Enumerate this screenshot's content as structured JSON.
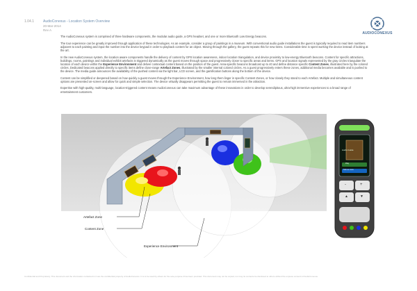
{
  "header": {
    "section": "1.04.1",
    "title": "AudioConexus - Location System Overview",
    "date": "20-Mar-2014",
    "revision": "Rev A"
  },
  "logo": {
    "text": "AUDIOCONEXUS"
  },
  "body": {
    "p1": "The AudioConexus system is comprised of three hardware components, the modular audio guide, a GPS headset, and one or more Bluetooth Low Energy beacons.",
    "p2": "The tour experience can be greatly improved through application of these technologies. As an example, consider a group of paintings in a museum. With conventional audio guide installations the guest is typically required to read item numbers adjacent to each painting and input the number into the device keypad in order to playback content for an object. Moving through the gallery, the guest repeats this for new items. Considerable time is spent working the device instead of looking at the art.",
    "p3a": "In the new AudioConexus system, the location aware components handle the delivery of content by GPS location awareness, indoor location triangulation, and device proximity to low-energy Bluetooth beacons. Content for specific attractions, buildings, rooms, paintings and individual exhibit artefacts is triggered dynamically as the guest moves through space and progressively closer to specific areas and items. GPS and location signals represented by the gray circles triangulate the location of each device within the ",
    "p3b": "Experience Environment",
    "p3c": " and deliver contextual content based on the position of the guest. Area-specific beacons broadcast up to 40 and define distance specific ",
    "p3d": "Content Zones",
    "p3e": ", illustrated here by the colored circles. Dedicated beacons applied directly to specific items define close-range ",
    "p3f": "Artefact Zones",
    "p3g": ", illustrated by the smaller internal colored circles. As a guest progressively enters these zones, additional media becomes available and is pushed to the device. The media guide announces the availability of the pushed content via the light bar, LCD screen, and the gamification buttons along the bottom of the device.",
    "p4": "Content can be simplified or deepened based on how quickly a guest moves through the Experience Environment, how long them linger in specific Content Zones, or how closely they stand to each Artefact. Multiple and simultaneous content options are presented on-screen and allow for quick and simple selection. The device virtually disappears permitting the guest to remain immersed in the attraction.",
    "p5": "Expertise with high-quality, multi-language, location-triggered content means AudioConexus can take maximum advantage of these innovations in order to develop serendipitous, ultra-high immersive experiences to a broad range of entertainment customers."
  },
  "diagram": {
    "labels": {
      "artefact_zone": "Artefact Zone",
      "content_zone": "Content Zone",
      "experience_environment": "Experience Environment"
    },
    "colors": {
      "yellow": "#f2e600",
      "red": "#e8141c",
      "blue": "#1a2fe0",
      "green": "#3fc21a",
      "wall": "#8a9bb0",
      "floor": "#d8d8d8",
      "beam": "#9fd98a"
    }
  },
  "device": {
    "screen_title": "Audio Guide",
    "screen_button_1": "Play",
    "screen_button_2": "Tell me more",
    "buttons": [
      "-",
      "+",
      "▲",
      "▼"
    ],
    "colors": {
      "body": "#4a4a4a",
      "light_bar": "#7fe05a"
    }
  },
  "footer": {
    "text": "Confidential and Proprietary. This document and the information contained in it are the confidential property of AudioConexus. It is to be used by others for the sole purpose it has been provided. This document may not be copied, nor may its contents be disclosed to others without the express consent of AudioConexus."
  }
}
